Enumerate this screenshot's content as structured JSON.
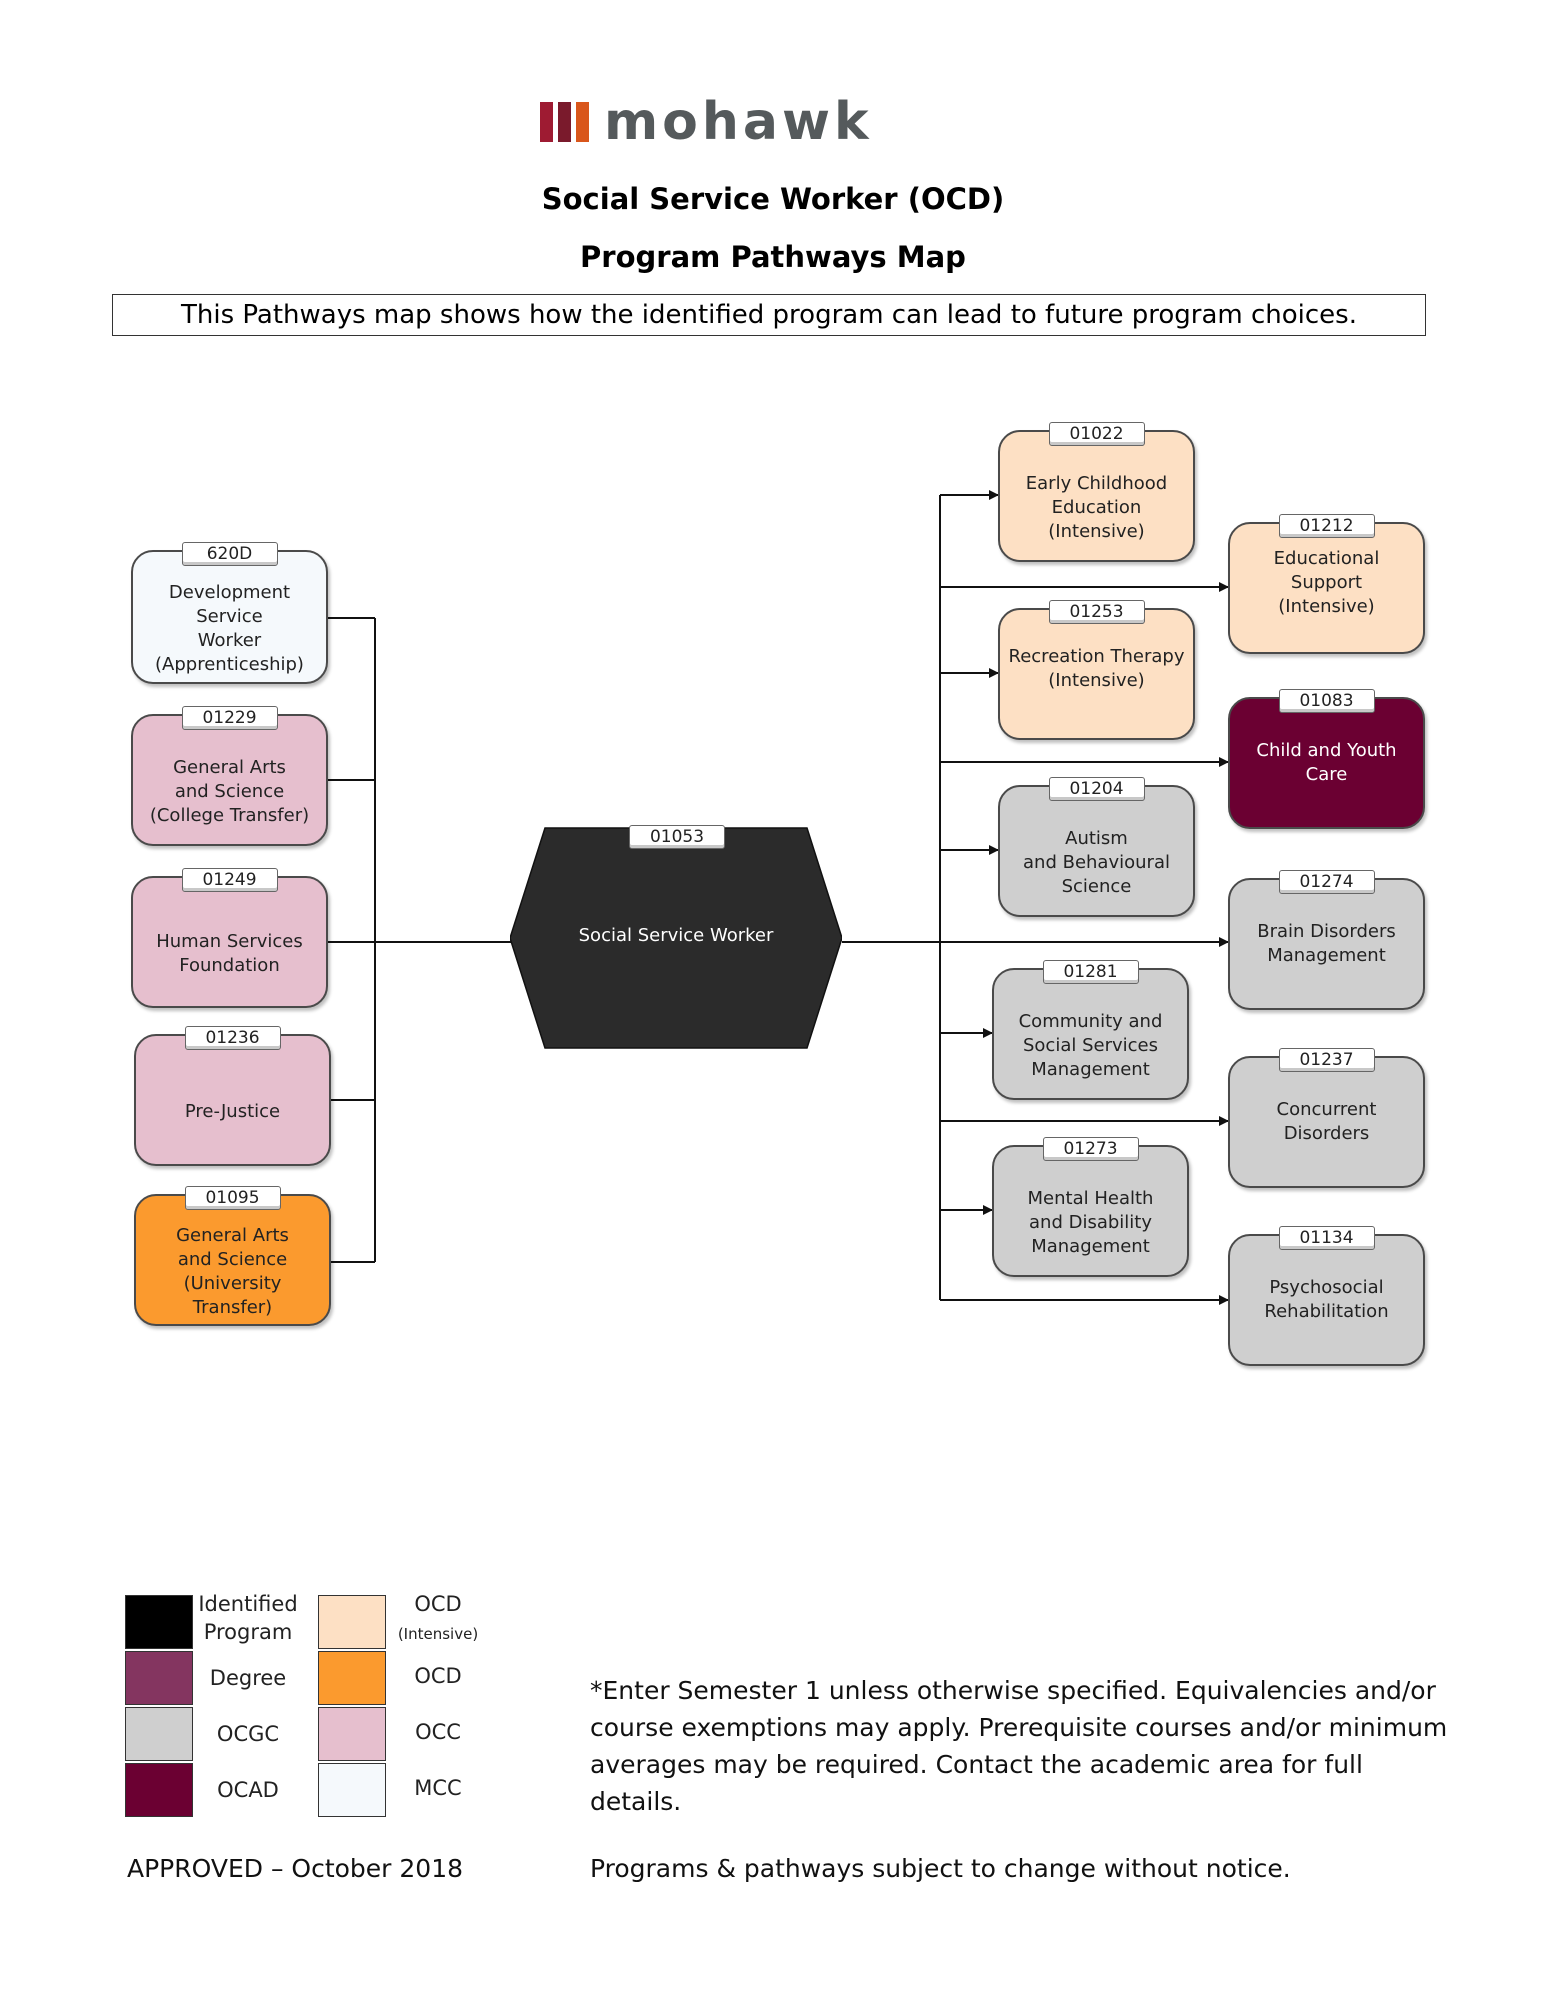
{
  "header": {
    "logo_text": "mohawk",
    "logo_bar_colors": [
      "#9e1b32",
      "#7a1a2c",
      "#d9561b"
    ],
    "title": "Social Service Worker (OCD)",
    "subtitle": "Program Pathways Map",
    "intro": "This Pathways map shows how the identified program can lead to future program choices."
  },
  "colors": {
    "identified": "#2b2b2b",
    "degree": "#843560",
    "ocgc": "#cfcfcf",
    "ocad": "#6b0032",
    "ocd_intensive": "#fde0c4",
    "ocd": "#fb9a2e",
    "occ": "#e6bfce",
    "mcc": "#f5f9fc"
  },
  "center": {
    "code": "01053",
    "label": "Social Service Worker"
  },
  "inputs": [
    {
      "code": "620D",
      "label": "Development Service\nWorker\n(Apprenticeship)",
      "type": "mcc"
    },
    {
      "code": "01229",
      "label": "General Arts\nand Science\n(College Transfer)",
      "type": "occ"
    },
    {
      "code": "01249",
      "label": "Human Services\nFoundation",
      "type": "occ"
    },
    {
      "code": "01236",
      "label": "Pre-Justice",
      "type": "occ"
    },
    {
      "code": "01095",
      "label": "General Arts\nand Science\n(University Transfer)",
      "type": "ocd"
    }
  ],
  "outputs": [
    {
      "code": "01022",
      "label": "Early Childhood\nEducation\n(Intensive)",
      "type": "ocd_intensive"
    },
    {
      "code": "01212",
      "label": "Educational Support\n(Intensive)",
      "type": "ocd_intensive"
    },
    {
      "code": "01253",
      "label": "Recreation Therapy\n(Intensive)",
      "type": "ocd_intensive"
    },
    {
      "code": "01083",
      "label": "Child and Youth\nCare",
      "type": "ocad"
    },
    {
      "code": "01204",
      "label": "Autism\nand Behavioural\nScience",
      "type": "ocgc"
    },
    {
      "code": "01274",
      "label": "Brain Disorders\nManagement",
      "type": "ocgc"
    },
    {
      "code": "01281",
      "label": "Community and\nSocial Services\nManagement",
      "type": "ocgc"
    },
    {
      "code": "01237",
      "label": "Concurrent\nDisorders",
      "type": "ocgc"
    },
    {
      "code": "01273",
      "label": "Mental Health\nand Disability\nManagement",
      "type": "ocgc"
    },
    {
      "code": "01134",
      "label": "Psychosocial\nRehabilitation",
      "type": "ocgc"
    }
  ],
  "legend": {
    "identified_1": "Identified",
    "identified_2": "Program",
    "degree": "Degree",
    "ocgc": "OCGC",
    "ocad": "OCAD",
    "ocd_intensive_1": "OCD",
    "ocd_intensive_2": "(Intensive)",
    "ocd": "OCD",
    "occ": "OCC",
    "mcc": "MCC"
  },
  "note": "*Enter Semester 1 unless otherwise specified. Equivalencies and/or course exemptions may apply. Prerequisite courses and/or minimum averages may be required. Contact the academic area for full details.",
  "footer": {
    "approved": "APPROVED – October 2018",
    "disclaimer": "Programs & pathways subject to change without notice."
  }
}
